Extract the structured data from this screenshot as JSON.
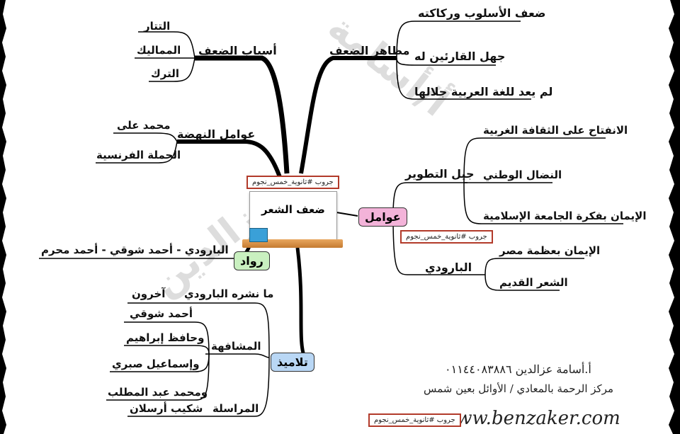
{
  "center": {
    "title": "ضعف الشعر",
    "tag": "جروب #ثانوية_خمس_نجوم"
  },
  "watermark": {
    "text1": "أ/أسامة",
    "text2": "عزالدين"
  },
  "right_top": {
    "main": "مظاهر الضعف",
    "items": [
      "ضعف الأسلوب وركاكته",
      "جهل القارئين له",
      "لم يعد للغة العربية جلالها"
    ]
  },
  "left_top": {
    "main": "أسباب الضعف",
    "items": [
      "التتار",
      "المماليك",
      "الترك"
    ]
  },
  "left_mid": {
    "main": "عوامل النهضة",
    "items": [
      "محمد على",
      "الحملة الفرنسية"
    ]
  },
  "awamel": {
    "badge": "عوامل",
    "jeel": {
      "title": "جيل التطوير",
      "items": [
        "الانفتاح على الثقافة الغربية",
        "النضال الوطني",
        "الإيمان بفكرة الجامعة الإسلامية"
      ]
    },
    "tag": "جروب #ثانوية_خمس_نجوم",
    "barudi": {
      "title": "البارودي",
      "items": [
        "الإيمان بعظمة مصر",
        "الشعر القديم"
      ]
    }
  },
  "ruwwad": {
    "badge": "رواد",
    "text": "البارودي - أحمد شوقي - أحمد محرم"
  },
  "talamidh": {
    "badge": "تلاميذ",
    "published": {
      "title": "ما نشره البارودي",
      "item": "آخرون"
    },
    "mushafaha": {
      "title": "المشافهة",
      "items": [
        "أحمد شوقي",
        "وحافظ إبراهيم",
        "وإسماعيل صبري",
        "ومحمد عبد المطلب"
      ]
    },
    "murasala": {
      "title": "المراسلة",
      "item": "شكيب أرسلان"
    }
  },
  "footer": {
    "name": "أ.أسامة عزالدين ٠١١٤٤٠٨٣٨٨٦",
    "center": "مركز الرحمة بالمعادي / الأوائل بعين شمس",
    "website": "www.benzaker.com",
    "tag": "جروب #ثانوية_خمس_نجوم"
  },
  "colors": {
    "awamel_badge": "#f3b3d9",
    "ruwwad_badge": "#c9f0c0",
    "talamidh_badge": "#b9d7f5",
    "tag_border": "#b23a2a"
  }
}
